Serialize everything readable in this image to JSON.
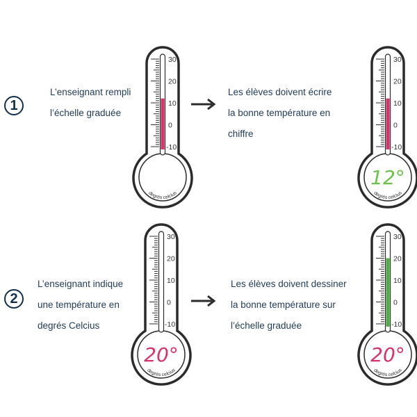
{
  "rows": [
    {
      "number": "1",
      "left_text": [
        "L’enseignant rempli",
        "l’échelle graduée"
      ],
      "right_text": [
        "Les élèves doivent écrire",
        "la bonne température en",
        "chiffre"
      ],
      "left_thermo": {
        "value": 12,
        "fill_color": "#d6336c",
        "bulb_text": "",
        "bulb_color": ""
      },
      "right_thermo": {
        "value": 12,
        "fill_color": "#d6336c",
        "bulb_text": "12°",
        "bulb_color": "#6cc24a"
      }
    },
    {
      "number": "2",
      "left_text": [
        "L’enseignant indique",
        "une température en",
        "degrés Celcius"
      ],
      "right_text": [
        "Les élèves doivent dessiner",
        "la bonne température sur",
        "l’échelle graduée"
      ],
      "left_thermo": {
        "value": null,
        "fill_color": "",
        "bulb_text": "20°",
        "bulb_color": "#d6336c"
      },
      "right_thermo": {
        "value": 20,
        "fill_color": "#4caf3f",
        "bulb_text": "20°",
        "bulb_color": "#d6336c"
      }
    }
  ],
  "scale_labels": [
    "30",
    "20",
    "10",
    "0",
    "-10"
  ],
  "bulb_caption": "degrés celcius",
  "arrow_icon": "arrow-right-icon"
}
